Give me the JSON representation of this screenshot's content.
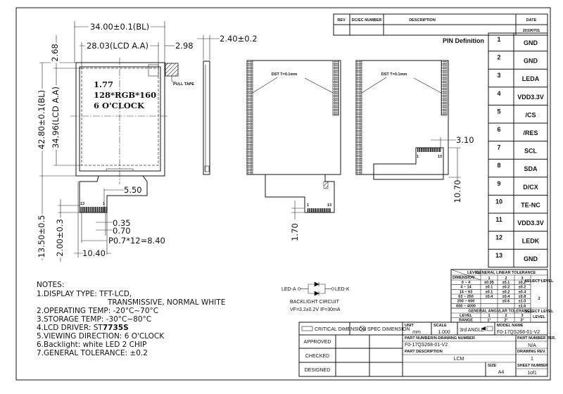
{
  "revision_table": {
    "headers": [
      "REV",
      "DC/EC NUMBER",
      "DESCRIPTION",
      "DATE"
    ],
    "date": "20190701"
  },
  "pin_definition": {
    "title": "PIN Definition",
    "pins": [
      {
        "no": "1",
        "name": "GND"
      },
      {
        "no": "2",
        "name": "GND"
      },
      {
        "no": "3",
        "name": "LEDA"
      },
      {
        "no": "4",
        "name": "VDD3.3V"
      },
      {
        "no": "5",
        "name": "/CS"
      },
      {
        "no": "6",
        "name": "/RES"
      },
      {
        "no": "7",
        "name": "SCL"
      },
      {
        "no": "8",
        "name": "SDA"
      },
      {
        "no": "9",
        "name": "D/CX"
      },
      {
        "no": "10",
        "name": "TE-NC"
      },
      {
        "no": "11",
        "name": "VDD3.3V"
      },
      {
        "no": "12",
        "name": "LEDK"
      },
      {
        "no": "13",
        "name": "GND"
      }
    ]
  },
  "front_view": {
    "size": "1.77",
    "resolution": "128*RGB*160",
    "viewing": "6 O'CLOCK",
    "pull_tape": "PULL TAPE",
    "dims": {
      "width_bl": "34.00±0.1(BL)",
      "width_aa": "28.03(LCD A.A)",
      "right_offset": "2.98",
      "top_offset": "2.68",
      "height_bl": "42.80±0.1(BL)",
      "height_aa": "34.96(LCD A.A)",
      "thickness": "2.40±0.2",
      "fpc_offset": "5.50",
      "pad_width": "0.35",
      "pad_pitch": "0.70",
      "pitch_total": "P0.7*12=8.40",
      "fpc_width": "10.40",
      "fpc_length": "13.50±0.5",
      "pad_length": "2.00±0.3",
      "pin_first": "13",
      "pin_last": "1"
    }
  },
  "back_views": {
    "dst_label": "DST T=0.1mm",
    "dim_a": "1.70",
    "dim_b": "3.10",
    "dim_c": "10.70",
    "pin_first": "1",
    "pin_last": "13"
  },
  "backlight": {
    "anode": "LED-A",
    "cathode": "LED-K",
    "title": "BACKLIGHT CIRCUIT",
    "spec": "VF=3.2±0.2V IF=30mA"
  },
  "notes": {
    "title": "NOTES:",
    "lines": [
      "1.DISPLAY TYPE: TFT-LCD,",
      "TRANSMISSIVE, NORMAL WHITE",
      "2.OPERATING TEMP:  -20°C~70°C",
      "3.STORAGE TEMP:  -30°C~80°C",
      "4.LCD DRIVER:  ST",
      "5.VIEWING DIRECTION:  6 O'CLOCK",
      "6.Backlight: white LED 2 CHIP",
      "7.GENERAL TOLERANCE:  ±0.2"
    ],
    "driver_model": "7735S"
  },
  "tolerance": {
    "linear_title": "GENERAL LINEAR TOLERANCE",
    "corner_level": "LEVEL",
    "corner_dimension": "DIMENSION",
    "levels": [
      "1",
      "2",
      "3"
    ],
    "select_level": "SELECT LEVEL",
    "selected": "2",
    "rows": [
      {
        "range": "0 ~ 4",
        "v": [
          "±0.05",
          "±0.1",
          "±0.2"
        ]
      },
      {
        "range": "4 ~ 14",
        "v": [
          "±0.1",
          "±0.2",
          "±0.2"
        ]
      },
      {
        "range": "14 ~ 63",
        "v": [
          "±0.1",
          "±0.2",
          "±0.4"
        ]
      },
      {
        "range": "63 ~ 250",
        "v": [
          "±0.4",
          "±0.4",
          "±0.8"
        ]
      },
      {
        "range": "250 ~ 600",
        "v": [
          "",
          "±0.6",
          "±1.0"
        ]
      },
      {
        "range": "600 ~ 4000",
        "v": [
          "",
          "",
          "±1.6"
        ]
      }
    ],
    "angular_title": "GENERAL ANGULAR TOLERANCE",
    "angular_level": "LEVEL",
    "angular_range": "RANGE",
    "angular_values": [
      "1°",
      "2°",
      "3°"
    ],
    "angular_select": "SELECT LEVEL",
    "angular_selected": "LEVEL"
  },
  "title_block": {
    "critical_dimension": "CRITICAL DIMENSION",
    "spec_dimension": "SPEC DIMENSION",
    "unit_label": "UNIT",
    "unit": "mm",
    "scale_label": "SCALE",
    "scale": "1.000",
    "projection": "3rd ANGLE",
    "model_name_label": "MODEL NAME",
    "model_name": "F0-17QS268-01-V2",
    "approved": "APPROVED",
    "checked": "CHECKED",
    "designed": "DESIGNED",
    "part_number_label": "PART NUMBER/N-DRAWING NUMBER",
    "part_number": "F0-17QS268-01-V2",
    "part_number_ver_label": "PART NUMBER VER.",
    "part_number_ver": "N/A",
    "part_description_label": "PART DESCRIPTION",
    "part_description": "LCM",
    "drawing_rev_label": "DRAWING REV.",
    "drawing_rev": "1",
    "size_label": "SIZE",
    "size": "A4",
    "sheet_number_label": "SHEET NUMBER",
    "sheet_number": "1of1"
  }
}
